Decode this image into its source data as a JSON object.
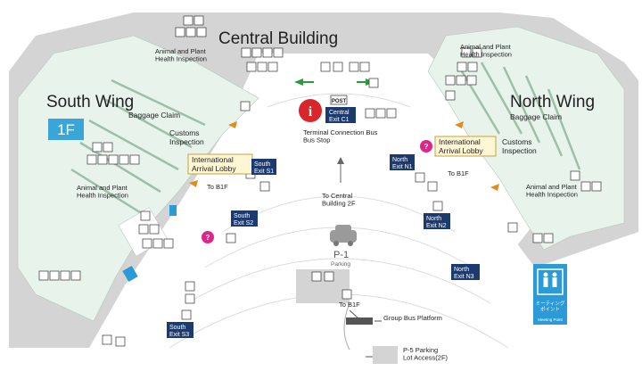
{
  "titles": {
    "central": "Central Building",
    "south": "South Wing",
    "north": "North Wing",
    "floor": "1F"
  },
  "labels": {
    "baggage_claim_south": "Baggage Claim",
    "baggage_claim_north": "Baggage Claim",
    "customs_south": "Customs\nInspection",
    "customs_north": "Customs\nInspection",
    "animal_plant_sw_top": "Animal and Plant\nHealth Inspection",
    "animal_plant_sw_bottom": "Animal and Plant\nHealth Inspection",
    "animal_plant_nw_top": "Animal and Plant\nHealth Inspection",
    "animal_plant_nw_bottom": "Animal and Plant\nHealth Inspection",
    "to_b1f_south": "To B1F",
    "to_b1f_north": "To B1F",
    "to_b1f_p1": "To B1F",
    "terminal_bus": "Terminal Connection Bus\nBus Stop",
    "to_central_2f": "To Central\nBuilding 2F",
    "p1": "P-1",
    "parking": "Parking",
    "group_bus": "Group Bus Platform",
    "p5": "P-5 Parking\nLot Access(2F)",
    "post": "POST",
    "meeting_jp": "ミーティング\nポイント",
    "meeting_en": "Meeting Point"
  },
  "arrival_lobbies": [
    {
      "id": "south",
      "text": "International\nArrival Lobby"
    },
    {
      "id": "north",
      "text": "International\nArrival Lobby"
    }
  ],
  "exits": [
    {
      "id": "C1",
      "text": "Central\nExit C1"
    },
    {
      "id": "S1",
      "text": "South\nExit S1"
    },
    {
      "id": "S2",
      "text": "South\nExit S2"
    },
    {
      "id": "S3",
      "text": "South\nExit S3"
    },
    {
      "id": "N1",
      "text": "North\nExit N1"
    },
    {
      "id": "N2",
      "text": "North\nExit N2"
    },
    {
      "id": "N3",
      "text": "North\nExit N3"
    }
  ],
  "colors": {
    "building_gray": "#d4d4d4",
    "wing_green": "#e8f3ec",
    "floor_badge": "#3aa6d8",
    "exit_blue": "#1c3a6e",
    "info_red": "#d9262a",
    "meeting_blue": "#2b9ad6",
    "arrival_yellow": "#fff6d6",
    "pink_marker": "#e0258a"
  }
}
